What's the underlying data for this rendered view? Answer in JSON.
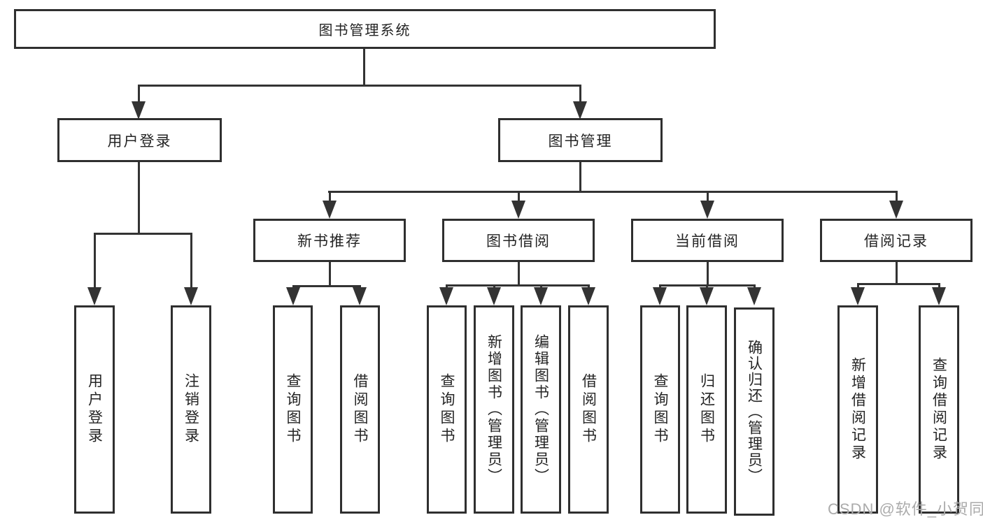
{
  "tree": {
    "root": {
      "label": "图书管理系统"
    },
    "branches": [
      {
        "label": "用户登录",
        "children": [
          {
            "label": "用户登录"
          },
          {
            "label": "注销登录"
          }
        ]
      },
      {
        "label": "图书管理",
        "groups": [
          {
            "label": "新书推荐",
            "children": [
              {
                "label": "查询图书"
              },
              {
                "label": "借阅图书"
              }
            ]
          },
          {
            "label": "图书借阅",
            "children": [
              {
                "label": "查询图书"
              },
              {
                "label": "新增图书（管理员）"
              },
              {
                "label": "编辑图书（管理员）"
              },
              {
                "label": "借阅图书"
              }
            ]
          },
          {
            "label": "当前借阅",
            "children": [
              {
                "label": "查询图书"
              },
              {
                "label": "归还图书"
              },
              {
                "label": "确认归还（管理员）"
              }
            ]
          },
          {
            "label": "借阅记录",
            "children": [
              {
                "label": "新增借阅记录"
              },
              {
                "label": "查询借阅记录"
              }
            ]
          }
        ]
      }
    ]
  },
  "watermark": {
    "text": "CSDN @软件_小贺同学"
  },
  "colors": {
    "background": "#ffffff",
    "box_border": "#2f2f2f",
    "box_fill": "#ffffff",
    "line": "#333333",
    "text": "#242424",
    "watermark": "#ababab"
  }
}
